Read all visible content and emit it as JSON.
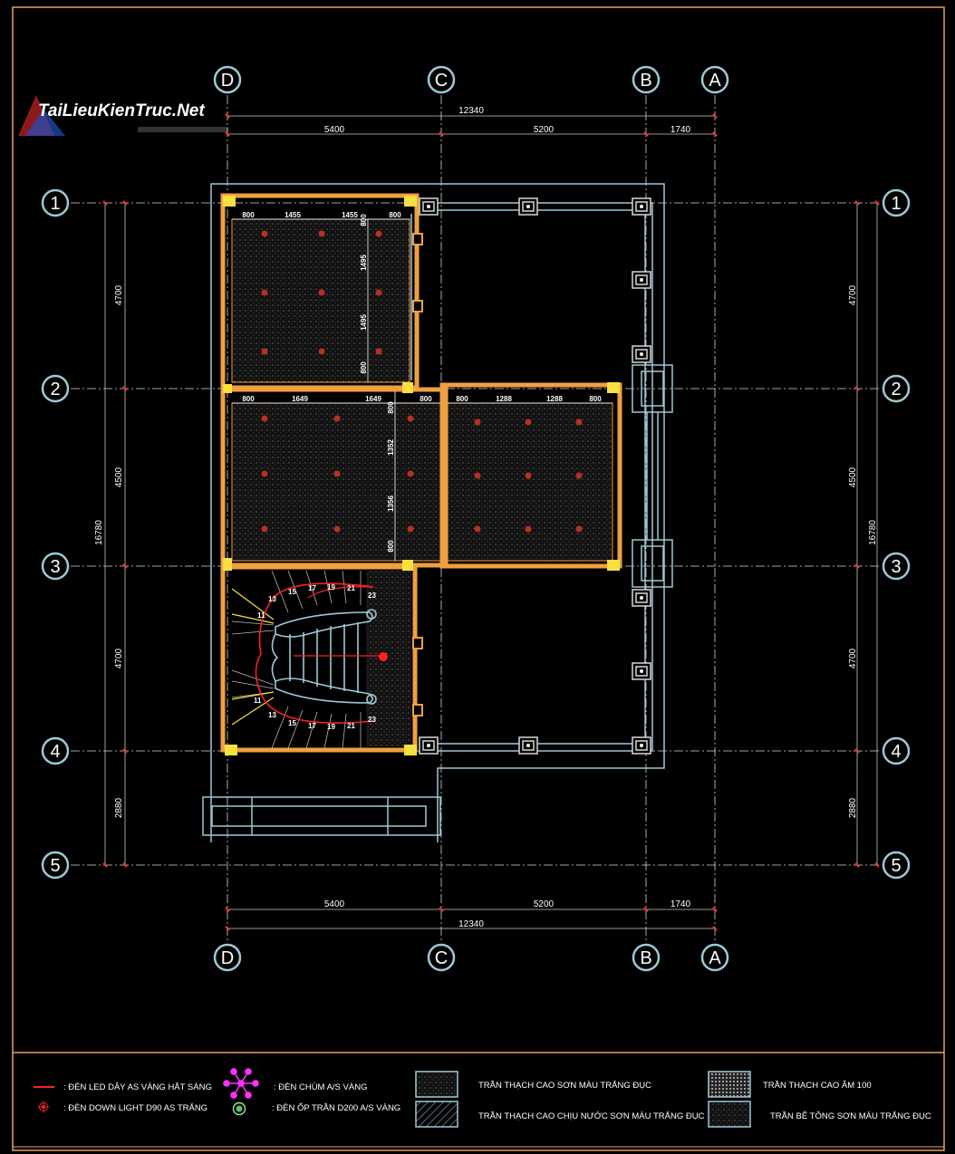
{
  "watermark": "TaiLieuKienTruc.Net",
  "grid_columns": [
    "D",
    "C",
    "B",
    "A"
  ],
  "grid_rows": [
    "1",
    "2",
    "3",
    "4",
    "5"
  ],
  "dims_horizontal": {
    "overall": "12340",
    "segments": [
      "5400",
      "5200",
      "1740"
    ]
  },
  "dims_vertical": {
    "overall": "16780",
    "segments": [
      "4700",
      "4500",
      "4700",
      "2880"
    ]
  },
  "room_dims": {
    "room1_top": [
      "800",
      "1455",
      "1455",
      "800"
    ],
    "room1_side": [
      "800",
      "1495",
      "1495",
      "800"
    ],
    "room2_top": [
      "800",
      "1649",
      "1649",
      "800"
    ],
    "room2_side": [
      "800",
      "1352",
      "1356",
      "800"
    ],
    "room3_top": [
      "800",
      "1288",
      "1288",
      "800"
    ]
  },
  "stair_numbers": [
    "11",
    "13",
    "15",
    "17",
    "19",
    "21",
    "23"
  ],
  "legend": {
    "led_strip": ": ĐÈN LED DÂY AS VÀNG HẮT SÁNG",
    "downlight": ": ĐÈN DOWN LIGHT D90 AS TRẮNG",
    "chandelier": ": ĐÈN CHÙM A/S VÀNG",
    "ceiling_lamp": ": ĐÈN ỐP TRẦN D200 A/S VÀNG",
    "ceiling_plain": "TRẦN THẠCH CAO SƠN MÀU TRẮNG ĐỤC",
    "ceiling_waterproof": "TRẦN THẠCH CAO CHỊU NƯỚC SƠN MÀU TRẮNG ĐỤC",
    "ceiling_recessed": "TRẦN THẠCH CAO ÂM 100",
    "ceiling_concrete": "TRẦN BÊ TÔNG SƠN MÀU TRẮNG ĐỤC"
  },
  "colors": {
    "background": "#000000",
    "border": "#e8a060",
    "wall": "#f0a040",
    "grid_line": "#d8d8d8",
    "dim_line": "#c8c8c8",
    "structure": "#9ec8d8",
    "downlight": "#c03020",
    "led": "#ff2020",
    "chandelier": "#ff30ff",
    "column": "#f8e040"
  }
}
